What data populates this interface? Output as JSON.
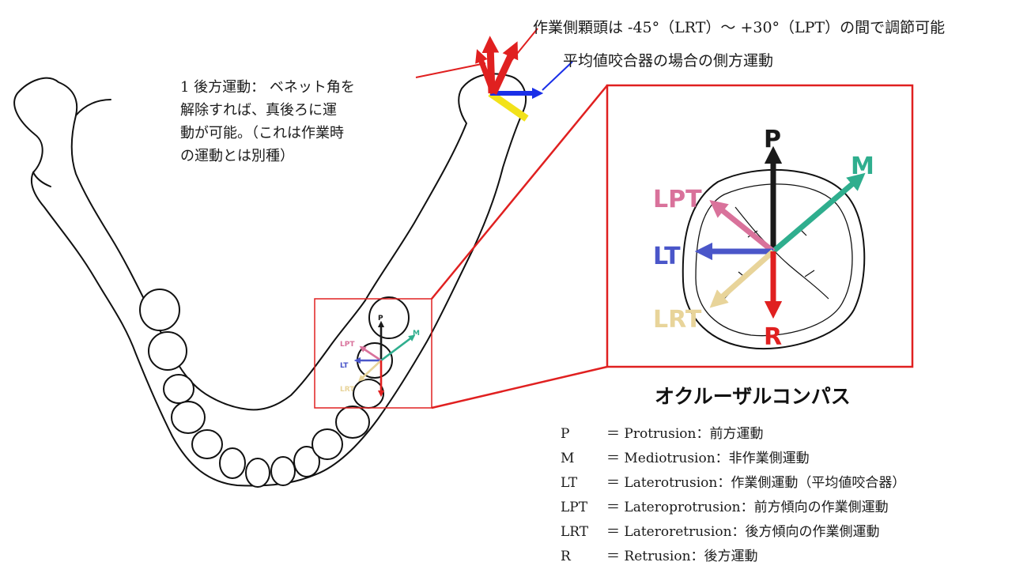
{
  "annotations": {
    "working_condyle_range": "作業側顆頭は -45°（LRT）～ +30°（LPT）の間で調節可能",
    "average_articulator": "平均値咬合器の場合の側方運動",
    "retrusion_note": [
      "1 後方運動： ベネット角を",
      "解除すれば、真後ろに運",
      "動が可能。（これは作業時",
      "の運動とは別種）"
    ]
  },
  "compass": {
    "title": "オクルーザルコンパス",
    "arrows": [
      {
        "code": "P",
        "color": "#1a1a1a"
      },
      {
        "code": "M",
        "color": "#2fae8e"
      },
      {
        "code": "LPT",
        "color": "#d9729b"
      },
      {
        "code": "LT",
        "color": "#4a56c9"
      },
      {
        "code": "LRT",
        "color": "#e8d49a"
      },
      {
        "code": "R",
        "color": "#e02020"
      }
    ]
  },
  "legend": [
    {
      "abbr": "P",
      "text": "＝ Protrusion：前方運動"
    },
    {
      "abbr": "M",
      "text": "＝ Mediotrusion：非作業側運動"
    },
    {
      "abbr": "LT",
      "text": "＝ Laterotrusion：作業側運動（平均値咬合器）"
    },
    {
      "abbr": "LPT",
      "text": "＝ Lateroprotrusion：前方傾向の作業側運動"
    },
    {
      "abbr": "LRT",
      "text": "＝ Lateroretrusion：後方傾向の作業側運動"
    },
    {
      "abbr": "R",
      "text": "＝ Retrusion：後方運動"
    }
  ],
  "colors": {
    "callout_red": "#e02020",
    "condyle_blue": "#1a2fe8",
    "condyle_yellow": "#f2e21a"
  }
}
